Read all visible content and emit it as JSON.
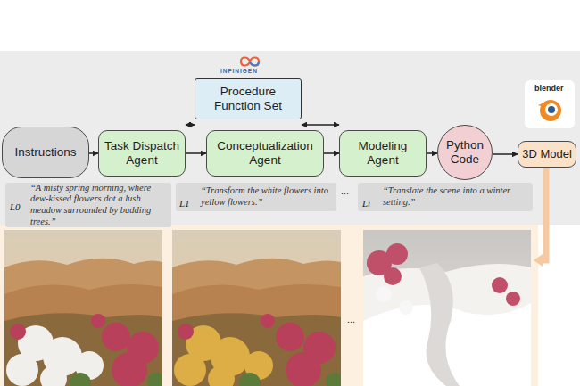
{
  "diagram": {
    "nodes": [
      {
        "text": [
          "Procedure Function Set"
        ]
      },
      {
        "text": [
          "Instructions"
        ]
      },
      {
        "text": [
          "Task Dispatch Agent"
        ]
      },
      {
        "text": [
          "Conceptualization Agent"
        ]
      },
      {
        "text": [
          "Modeling Agent"
        ]
      },
      {
        "text": [
          "Python Code"
        ]
      },
      {
        "text": [
          "3D Model"
        ]
      },
      {
        "text": [
          "“A misty spring morning, where dew-kissed flowers dot a lush meadow surrounded by budding trees.”"
        ]
      },
      {
        "text": [
          "“Transform the white flowers into yellow flowers.”"
        ]
      },
      {
        "text": [
          "“Translate the scene into a winter setting.”"
        ]
      }
    ],
    "edges": [
      {
        "from": 0,
        "to": 2,
        "arrow": "both"
      },
      {
        "from": 0,
        "to": 4,
        "arrow": "both"
      },
      {
        "from": 1,
        "to": 2,
        "arrow": "to"
      },
      {
        "from": 2,
        "to": 3,
        "arrow": "to"
      },
      {
        "from": 3,
        "to": 4,
        "arrow": "to"
      },
      {
        "from": 4,
        "to": 5,
        "arrow": "to"
      },
      {
        "from": 5,
        "to": 6,
        "arrow": "to"
      }
    ],
    "labels": [
      "INFINIGEN",
      "blender",
      "L0",
      "L1",
      "...",
      "Li",
      "..."
    ]
  }
}
